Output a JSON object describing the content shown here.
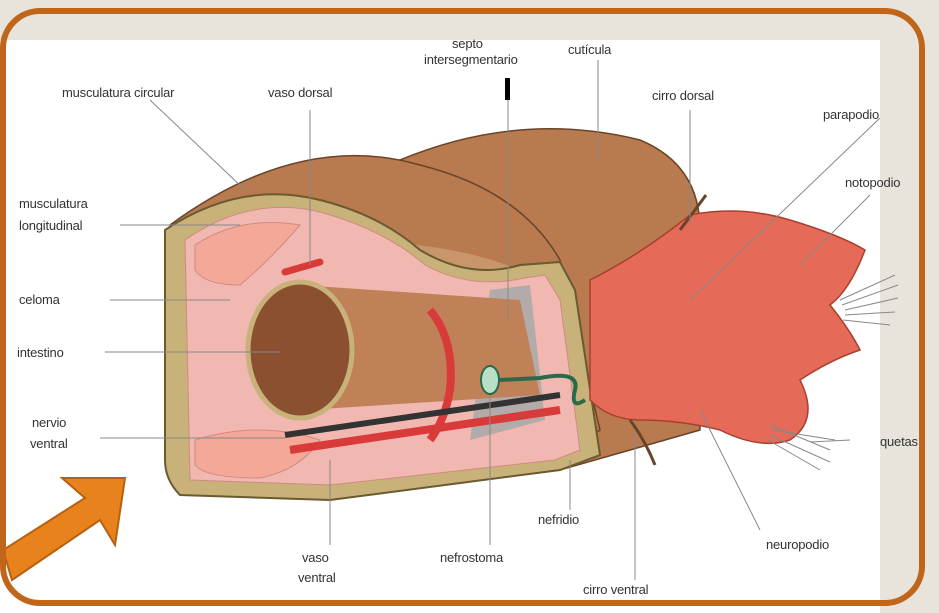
{
  "labels": {
    "septo": "septo",
    "intersegmentario": "intersegmentario",
    "cuticula": "cutícula",
    "musculatura_circular": "musculatura circular",
    "vaso_dorsal": "vaso dorsal",
    "cirro_dorsal": "cirro dorsal",
    "parapodio": "parapodio",
    "notopodio": "notopodio",
    "musculatura": "musculatura",
    "longitudinal": "longitudinal",
    "celoma": "celoma",
    "intestino": "intestino",
    "nervio": "nervio",
    "ventral_nervio": "ventral",
    "quetas": "quetas",
    "nefridio": "nefridio",
    "neuropodio": "neuropodio",
    "vaso": "vaso",
    "ventral_vaso": "ventral",
    "nefrostoma": "nefrostoma",
    "cirro_ventral": "cirro ventral"
  },
  "colors": {
    "frame": "#c0661a",
    "arrow": "#e8821c",
    "body_brown": "#b87a4e",
    "muscle_tan": "#c8b27a",
    "coelom_pink": "#f0b8b0",
    "parapodium": "#e56a58",
    "blood_vessel": "#d93a3a",
    "intestine": "#8a5030"
  },
  "icons": [
    "orange-arrow-icon"
  ]
}
